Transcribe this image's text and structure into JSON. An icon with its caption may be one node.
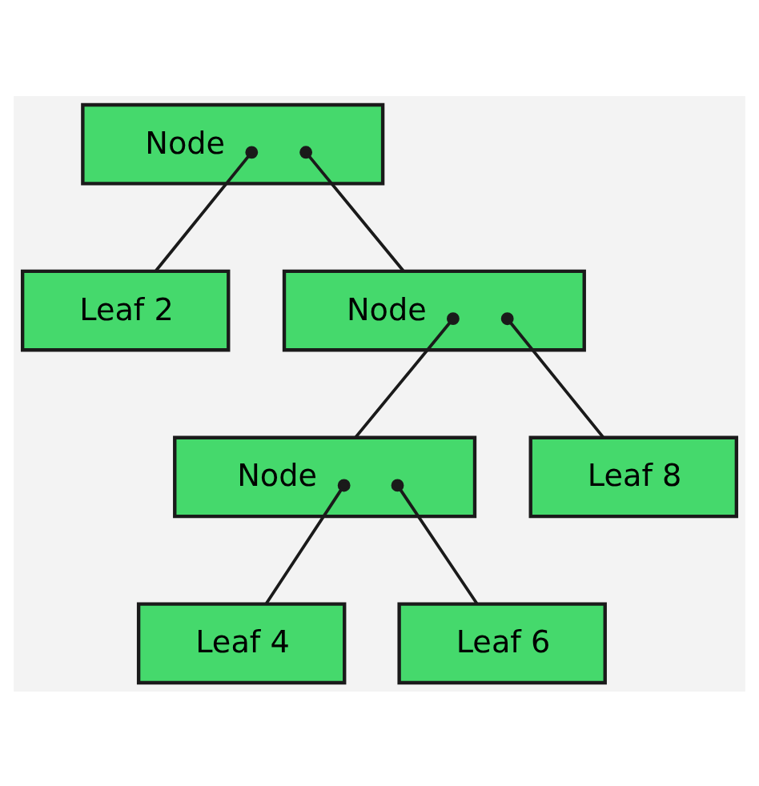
{
  "diagram": {
    "nodes": [
      {
        "text": [
          "Node"
        ]
      },
      {
        "text": [
          "Leaf 2"
        ]
      },
      {
        "text": [
          "Node"
        ]
      },
      {
        "text": [
          "Node"
        ]
      },
      {
        "text": [
          "Leaf 8"
        ]
      },
      {
        "text": [
          "Leaf 4"
        ]
      },
      {
        "text": [
          "Leaf 6"
        ]
      }
    ],
    "edges": [
      {
        "from": 0,
        "to": 1,
        "arrow": "other"
      },
      {
        "from": 0,
        "to": 2,
        "arrow": "other"
      },
      {
        "from": 2,
        "to": 3,
        "arrow": "other"
      },
      {
        "from": 2,
        "to": 4,
        "arrow": "other"
      },
      {
        "from": 3,
        "to": 5,
        "arrow": "other"
      },
      {
        "from": 3,
        "to": 6,
        "arrow": "other"
      }
    ]
  }
}
